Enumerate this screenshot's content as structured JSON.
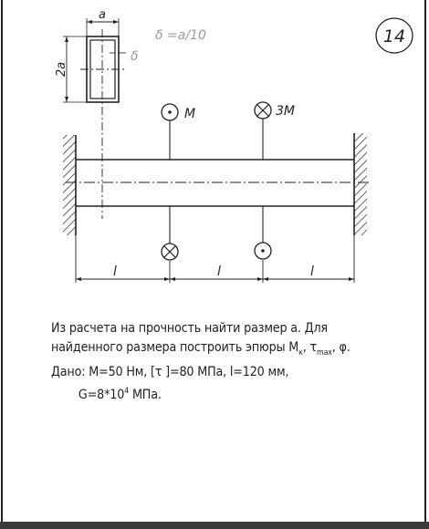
{
  "problem_number": "14",
  "section": {
    "width_label": "a",
    "height_label": "2a",
    "thickness_label": "δ",
    "thickness_formula": "δ =a/10"
  },
  "loads": {
    "top_left_label": "M",
    "top_right_label": "3M"
  },
  "dimensions": [
    "l",
    "l",
    "l"
  ],
  "text": {
    "line1": "Из расчета на прочность найти размер a. Для",
    "line2_prefix": "найденного размера построить эпюры M",
    "line2_sub_k": "к",
    "line2_tau": ", τ",
    "line2_sub_max": "max",
    "line2_suffix": ", φ.",
    "line3": "Дано: M=50 Нм, [τ ]=80 МПа, l=120 мм,",
    "line4_prefix": "G=8*10",
    "line4_sup": "4",
    "line4_suffix": " МПа."
  }
}
